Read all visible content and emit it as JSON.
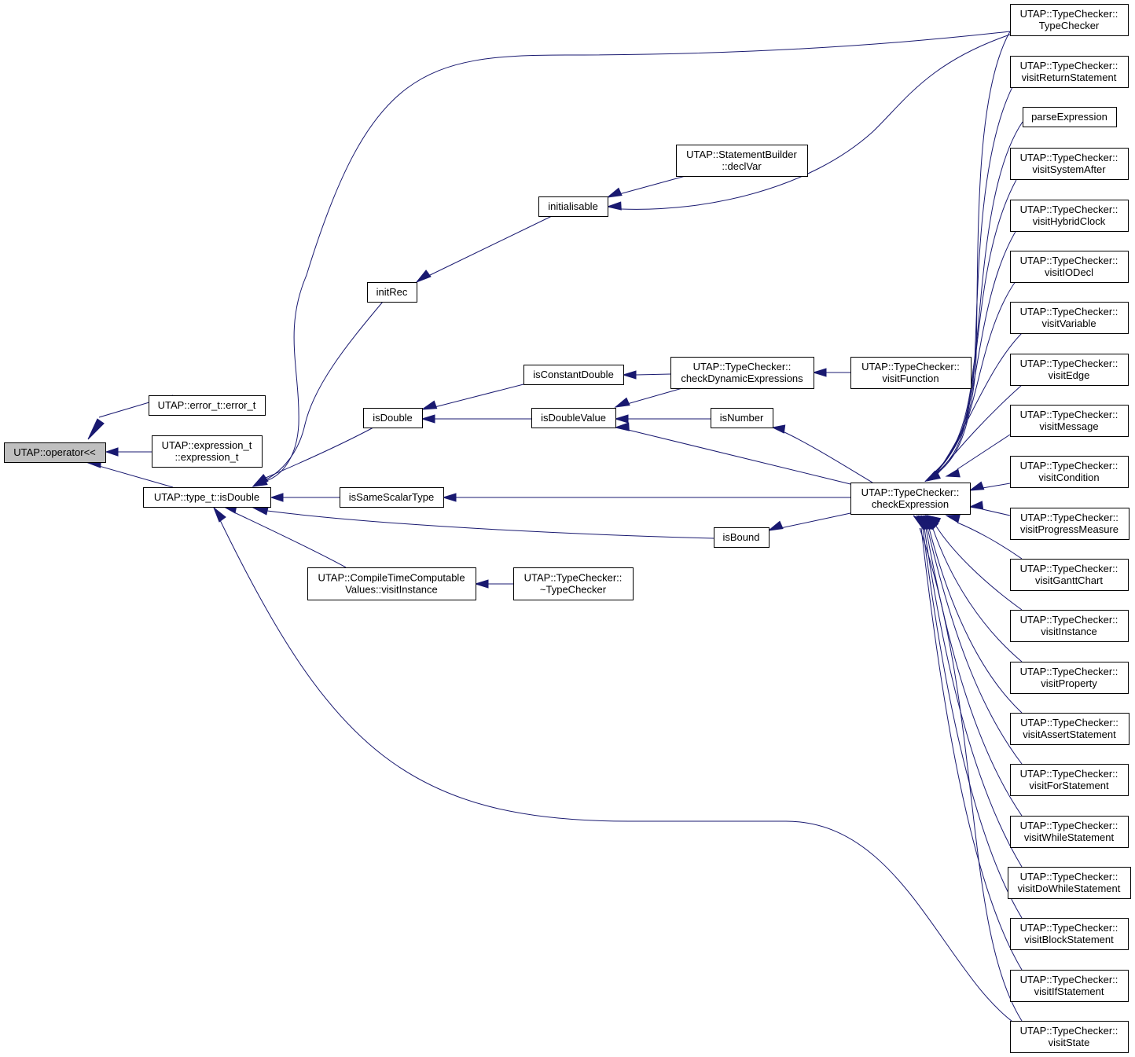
{
  "diagram": {
    "type": "call-graph",
    "nodes": [
      {
        "id": "operator",
        "lines": [
          "UTAP::operator<<"
        ],
        "root": true
      },
      {
        "id": "error_t",
        "lines": [
          "UTAP::error_t::error_t"
        ]
      },
      {
        "id": "expression_t",
        "lines": [
          "UTAP::expression_t",
          "::expression_t"
        ]
      },
      {
        "id": "type_isDouble",
        "lines": [
          "UTAP::type_t::isDouble"
        ]
      },
      {
        "id": "initRec",
        "lines": [
          "initRec"
        ]
      },
      {
        "id": "isDouble",
        "lines": [
          "isDouble"
        ]
      },
      {
        "id": "isSameScalarType",
        "lines": [
          "isSameScalarType"
        ]
      },
      {
        "id": "ctcv_visitInstance",
        "lines": [
          "UTAP::CompileTimeComputable",
          "Values::visitInstance"
        ]
      },
      {
        "id": "initialisable",
        "lines": [
          "initialisable"
        ]
      },
      {
        "id": "isConstantDouble",
        "lines": [
          "isConstantDouble"
        ]
      },
      {
        "id": "isDoubleValue",
        "lines": [
          "isDoubleValue"
        ]
      },
      {
        "id": "isBound",
        "lines": [
          "isBound"
        ]
      },
      {
        "id": "dtor_TypeChecker",
        "lines": [
          "UTAP::TypeChecker::",
          "~TypeChecker"
        ]
      },
      {
        "id": "sb_declVar",
        "lines": [
          "UTAP::StatementBuilder",
          "::declVar"
        ]
      },
      {
        "id": "checkDynamicExpressions",
        "lines": [
          "UTAP::TypeChecker::",
          "checkDynamicExpressions"
        ]
      },
      {
        "id": "isNumber",
        "lines": [
          "isNumber"
        ]
      },
      {
        "id": "visitFunction",
        "lines": [
          "UTAP::TypeChecker::",
          "visitFunction"
        ]
      },
      {
        "id": "checkExpression",
        "lines": [
          "UTAP::TypeChecker::",
          "checkExpression"
        ]
      },
      {
        "id": "TypeChecker",
        "lines": [
          "UTAP::TypeChecker::",
          "TypeChecker"
        ]
      },
      {
        "id": "visitReturnStatement",
        "lines": [
          "UTAP::TypeChecker::",
          "visitReturnStatement"
        ]
      },
      {
        "id": "parseExpression",
        "lines": [
          "parseExpression"
        ]
      },
      {
        "id": "visitSystemAfter",
        "lines": [
          "UTAP::TypeChecker::",
          "visitSystemAfter"
        ]
      },
      {
        "id": "visitHybridClock",
        "lines": [
          "UTAP::TypeChecker::",
          "visitHybridClock"
        ]
      },
      {
        "id": "visitIODecl",
        "lines": [
          "UTAP::TypeChecker::",
          "visitIODecl"
        ]
      },
      {
        "id": "visitVariable",
        "lines": [
          "UTAP::TypeChecker::",
          "visitVariable"
        ]
      },
      {
        "id": "visitEdge",
        "lines": [
          "UTAP::TypeChecker::",
          "visitEdge"
        ]
      },
      {
        "id": "visitMessage",
        "lines": [
          "UTAP::TypeChecker::",
          "visitMessage"
        ]
      },
      {
        "id": "visitCondition",
        "lines": [
          "UTAP::TypeChecker::",
          "visitCondition"
        ]
      },
      {
        "id": "visitProgressMeasure",
        "lines": [
          "UTAP::TypeChecker::",
          "visitProgressMeasure"
        ]
      },
      {
        "id": "visitGanttChart",
        "lines": [
          "UTAP::TypeChecker::",
          "visitGanttChart"
        ]
      },
      {
        "id": "visitInstance",
        "lines": [
          "UTAP::TypeChecker::",
          "visitInstance"
        ]
      },
      {
        "id": "visitProperty",
        "lines": [
          "UTAP::TypeChecker::",
          "visitProperty"
        ]
      },
      {
        "id": "visitAssertStatement",
        "lines": [
          "UTAP::TypeChecker::",
          "visitAssertStatement"
        ]
      },
      {
        "id": "visitForStatement",
        "lines": [
          "UTAP::TypeChecker::",
          "visitForStatement"
        ]
      },
      {
        "id": "visitWhileStatement",
        "lines": [
          "UTAP::TypeChecker::",
          "visitWhileStatement"
        ]
      },
      {
        "id": "visitDoWhileStatement",
        "lines": [
          "UTAP::TypeChecker::",
          "visitDoWhileStatement"
        ]
      },
      {
        "id": "visitBlockStatement",
        "lines": [
          "UTAP::TypeChecker::",
          "visitBlockStatement"
        ]
      },
      {
        "id": "visitIfStatement",
        "lines": [
          "UTAP::TypeChecker::",
          "visitIfStatement"
        ]
      },
      {
        "id": "visitState",
        "lines": [
          "UTAP::TypeChecker::",
          "visitState"
        ]
      }
    ],
    "edges": [
      {
        "from": "error_t",
        "to": "operator"
      },
      {
        "from": "expression_t",
        "to": "operator"
      },
      {
        "from": "type_isDouble",
        "to": "operator"
      },
      {
        "from": "initRec",
        "to": "type_isDouble"
      },
      {
        "from": "isDouble",
        "to": "type_isDouble"
      },
      {
        "from": "isSameScalarType",
        "to": "type_isDouble"
      },
      {
        "from": "ctcv_visitInstance",
        "to": "type_isDouble"
      },
      {
        "from": "isBound",
        "to": "type_isDouble"
      },
      {
        "from": "TypeChecker",
        "to": "type_isDouble"
      },
      {
        "from": "visitState",
        "to": "type_isDouble"
      },
      {
        "from": "initialisable",
        "to": "initRec"
      },
      {
        "from": "sb_declVar",
        "to": "initialisable"
      },
      {
        "from": "TypeChecker",
        "to": "initialisable"
      },
      {
        "from": "isConstantDouble",
        "to": "isDouble"
      },
      {
        "from": "isDoubleValue",
        "to": "isDouble"
      },
      {
        "from": "checkDynamicExpressions",
        "to": "isConstantDouble"
      },
      {
        "from": "visitFunction",
        "to": "checkDynamicExpressions"
      },
      {
        "from": "checkDynamicExpressions",
        "to": "isDoubleValue"
      },
      {
        "from": "isNumber",
        "to": "isDoubleValue"
      },
      {
        "from": "checkExpression",
        "to": "isDoubleValue"
      },
      {
        "from": "checkExpression",
        "to": "isNumber"
      },
      {
        "from": "checkExpression",
        "to": "isSameScalarType"
      },
      {
        "from": "checkExpression",
        "to": "isBound"
      },
      {
        "from": "dtor_TypeChecker",
        "to": "ctcv_visitInstance"
      },
      {
        "from": "TypeChecker",
        "to": "checkExpression"
      },
      {
        "from": "visitReturnStatement",
        "to": "checkExpression"
      },
      {
        "from": "parseExpression",
        "to": "checkExpression"
      },
      {
        "from": "visitSystemAfter",
        "to": "checkExpression"
      },
      {
        "from": "visitHybridClock",
        "to": "checkExpression"
      },
      {
        "from": "visitIODecl",
        "to": "checkExpression"
      },
      {
        "from": "visitVariable",
        "to": "checkExpression"
      },
      {
        "from": "visitEdge",
        "to": "checkExpression"
      },
      {
        "from": "visitMessage",
        "to": "checkExpression"
      },
      {
        "from": "visitCondition",
        "to": "checkExpression"
      },
      {
        "from": "visitProgressMeasure",
        "to": "checkExpression"
      },
      {
        "from": "visitGanttChart",
        "to": "checkExpression"
      },
      {
        "from": "visitInstance",
        "to": "checkExpression"
      },
      {
        "from": "visitProperty",
        "to": "checkExpression"
      },
      {
        "from": "visitAssertStatement",
        "to": "checkExpression"
      },
      {
        "from": "visitForStatement",
        "to": "checkExpression"
      },
      {
        "from": "visitWhileStatement",
        "to": "checkExpression"
      },
      {
        "from": "visitDoWhileStatement",
        "to": "checkExpression"
      },
      {
        "from": "visitBlockStatement",
        "to": "checkExpression"
      },
      {
        "from": "visitIfStatement",
        "to": "checkExpression"
      },
      {
        "from": "visitState",
        "to": "checkExpression"
      }
    ],
    "colors": {
      "edge": "#191970",
      "root_fill": "#bfbfbf",
      "node_fill": "#ffffff",
      "node_border": "#000000"
    }
  }
}
